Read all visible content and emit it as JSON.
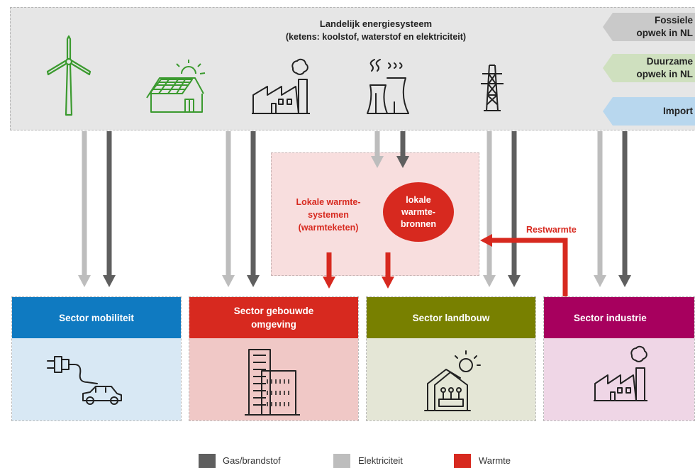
{
  "national": {
    "title_line1": "Landelijk energiesysteem",
    "title_line2": "(ketens: koolstof, waterstof en elektriciteit)"
  },
  "tags": [
    {
      "label": "Fossiele\nopwek in NL",
      "color": "#c9c9c9"
    },
    {
      "label": "Duurzame\nopwek in NL",
      "color": "#cfe0bf"
    },
    {
      "label": "Import",
      "color": "#b8d7ee"
    }
  ],
  "local": {
    "label": "Lokale warmte-\nsystemen\n(warmteketen)",
    "ellipse": "lokale\nwarmte-\nbronnen",
    "restwarmte": "Restwarmte"
  },
  "sectors": [
    {
      "name": "Sector mobiliteit",
      "head_color": "#0f7ac1",
      "body_color": "#d8e8f4"
    },
    {
      "name": "Sector gebouwde\nomgeving",
      "head_color": "#d7291f",
      "body_color": "#f0c8c6"
    },
    {
      "name": "Sector landbouw",
      "head_color": "#788000",
      "body_color": "#e4e6d6"
    },
    {
      "name": "Sector industrie",
      "head_color": "#a7005e",
      "body_color": "#efd6e6"
    }
  ],
  "legend": [
    {
      "label": "Gas/brandstof",
      "color": "#5f5f5f"
    },
    {
      "label": "Elektriciteit",
      "color": "#bdbdbd"
    },
    {
      "label": "Warmte",
      "color": "#d7291f"
    }
  ],
  "icons": [
    "wind-turbine-icon",
    "solar-house-icon",
    "factory-icon",
    "cooling-towers-icon",
    "power-pylon-icon",
    "plug-car-icon",
    "office-buildings-icon",
    "greenhouse-icon"
  ]
}
